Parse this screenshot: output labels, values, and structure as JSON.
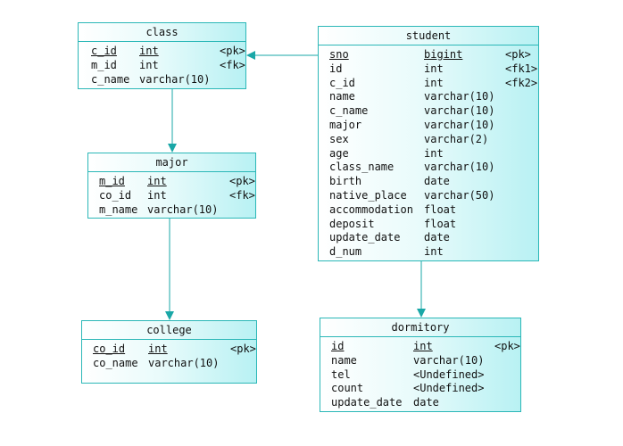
{
  "entities": {
    "class": {
      "title": "class",
      "rows": [
        {
          "name": "c_id",
          "type": "int",
          "key": "<pk>",
          "pk": true
        },
        {
          "name": "m_id",
          "type": "int",
          "key": "<fk>"
        },
        {
          "name": "c_name",
          "type": "varchar(10)",
          "key": ""
        }
      ]
    },
    "major": {
      "title": "major",
      "rows": [
        {
          "name": "m_id",
          "type": "int",
          "key": "<pk>",
          "pk": true
        },
        {
          "name": "co_id",
          "type": "int",
          "key": "<fk>"
        },
        {
          "name": "m_name",
          "type": "varchar(10)",
          "key": ""
        }
      ]
    },
    "college": {
      "title": "college",
      "rows": [
        {
          "name": "co_id",
          "type": "int",
          "key": "<pk>",
          "pk": true
        },
        {
          "name": "co_name",
          "type": "varchar(10)",
          "key": ""
        }
      ]
    },
    "student": {
      "title": "student",
      "rows": [
        {
          "name": "sno",
          "type": "bigint",
          "key": "<pk>",
          "pk": true
        },
        {
          "name": "id",
          "type": "int",
          "key": "<fk1>"
        },
        {
          "name": "c_id",
          "type": "int",
          "key": "<fk2>"
        },
        {
          "name": "name",
          "type": "varchar(10)",
          "key": ""
        },
        {
          "name": "c_name",
          "type": "varchar(10)",
          "key": ""
        },
        {
          "name": "major",
          "type": "varchar(10)",
          "key": ""
        },
        {
          "name": "sex",
          "type": "varchar(2)",
          "key": ""
        },
        {
          "name": "age",
          "type": "int",
          "key": ""
        },
        {
          "name": "class_name",
          "type": "varchar(10)",
          "key": ""
        },
        {
          "name": "birth",
          "type": "date",
          "key": ""
        },
        {
          "name": "native_place",
          "type": "varchar(50)",
          "key": ""
        },
        {
          "name": "accommodation",
          "type": "float",
          "key": ""
        },
        {
          "name": "deposit",
          "type": "float",
          "key": ""
        },
        {
          "name": "update_date",
          "type": "date",
          "key": ""
        },
        {
          "name": "d_num",
          "type": "int",
          "key": ""
        }
      ]
    },
    "dormitory": {
      "title": "dormitory",
      "rows": [
        {
          "name": "id",
          "type": "int",
          "key": "<pk>",
          "pk": true
        },
        {
          "name": "name",
          "type": "varchar(10)",
          "key": ""
        },
        {
          "name": "tel",
          "type": "<Undefined>",
          "key": ""
        },
        {
          "name": "count",
          "type": "<Undefined>",
          "key": ""
        },
        {
          "name": "update_date",
          "type": "date",
          "key": ""
        }
      ]
    }
  },
  "colors": {
    "border": "#2bb7b7",
    "arrow": "#1aa7a7"
  }
}
